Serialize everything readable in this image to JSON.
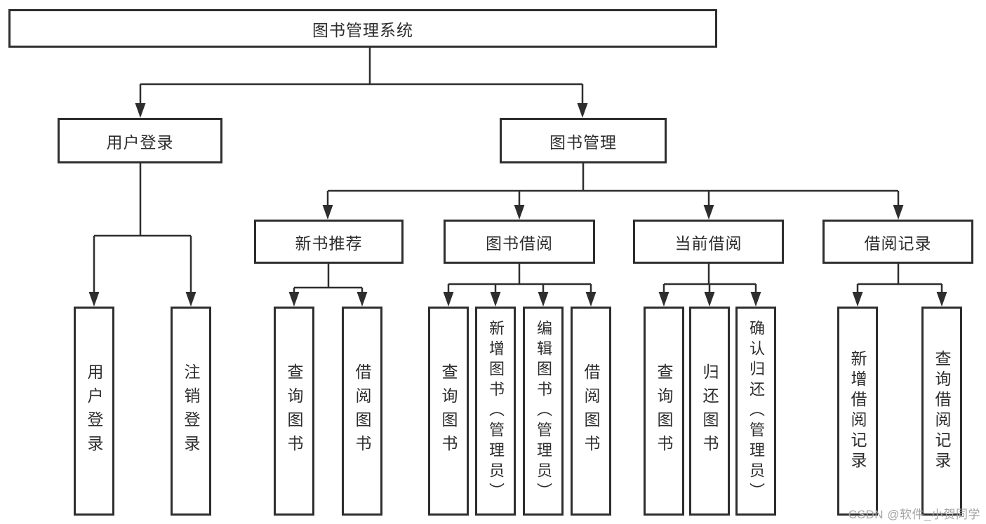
{
  "diagram": {
    "type": "hierarchy-tree",
    "colors": {
      "line": "#2e2e2e",
      "box_border": "#2e2e2e",
      "box_fill": "#ffffff",
      "text": "#2d2d2d",
      "watermark_text": "#a3a3a3",
      "background": "#ffffff"
    }
  },
  "tree": {
    "label": "图书管理系统",
    "children": [
      {
        "label": "用户登录",
        "children": [
          {
            "label": "用户登录"
          },
          {
            "label": "注销登录"
          }
        ]
      },
      {
        "label": "图书管理",
        "children": [
          {
            "label": "新书推荐",
            "children": [
              {
                "label": "查询图书"
              },
              {
                "label": "借阅图书"
              }
            ]
          },
          {
            "label": "图书借阅",
            "children": [
              {
                "label": "查询图书"
              },
              {
                "label": "新增图书（管理员）"
              },
              {
                "label": "编辑图书（管理员）"
              },
              {
                "label": "借阅图书"
              }
            ]
          },
          {
            "label": "当前借阅",
            "children": [
              {
                "label": "查询图书"
              },
              {
                "label": "归还图书"
              },
              {
                "label": "确认归还（管理员）"
              }
            ]
          },
          {
            "label": "借阅记录",
            "children": [
              {
                "label": "新增借阅记录"
              },
              {
                "label": "查询借阅记录"
              }
            ]
          }
        ]
      }
    ]
  },
  "watermark": {
    "text": "CSDN @软件_小贺同学"
  }
}
